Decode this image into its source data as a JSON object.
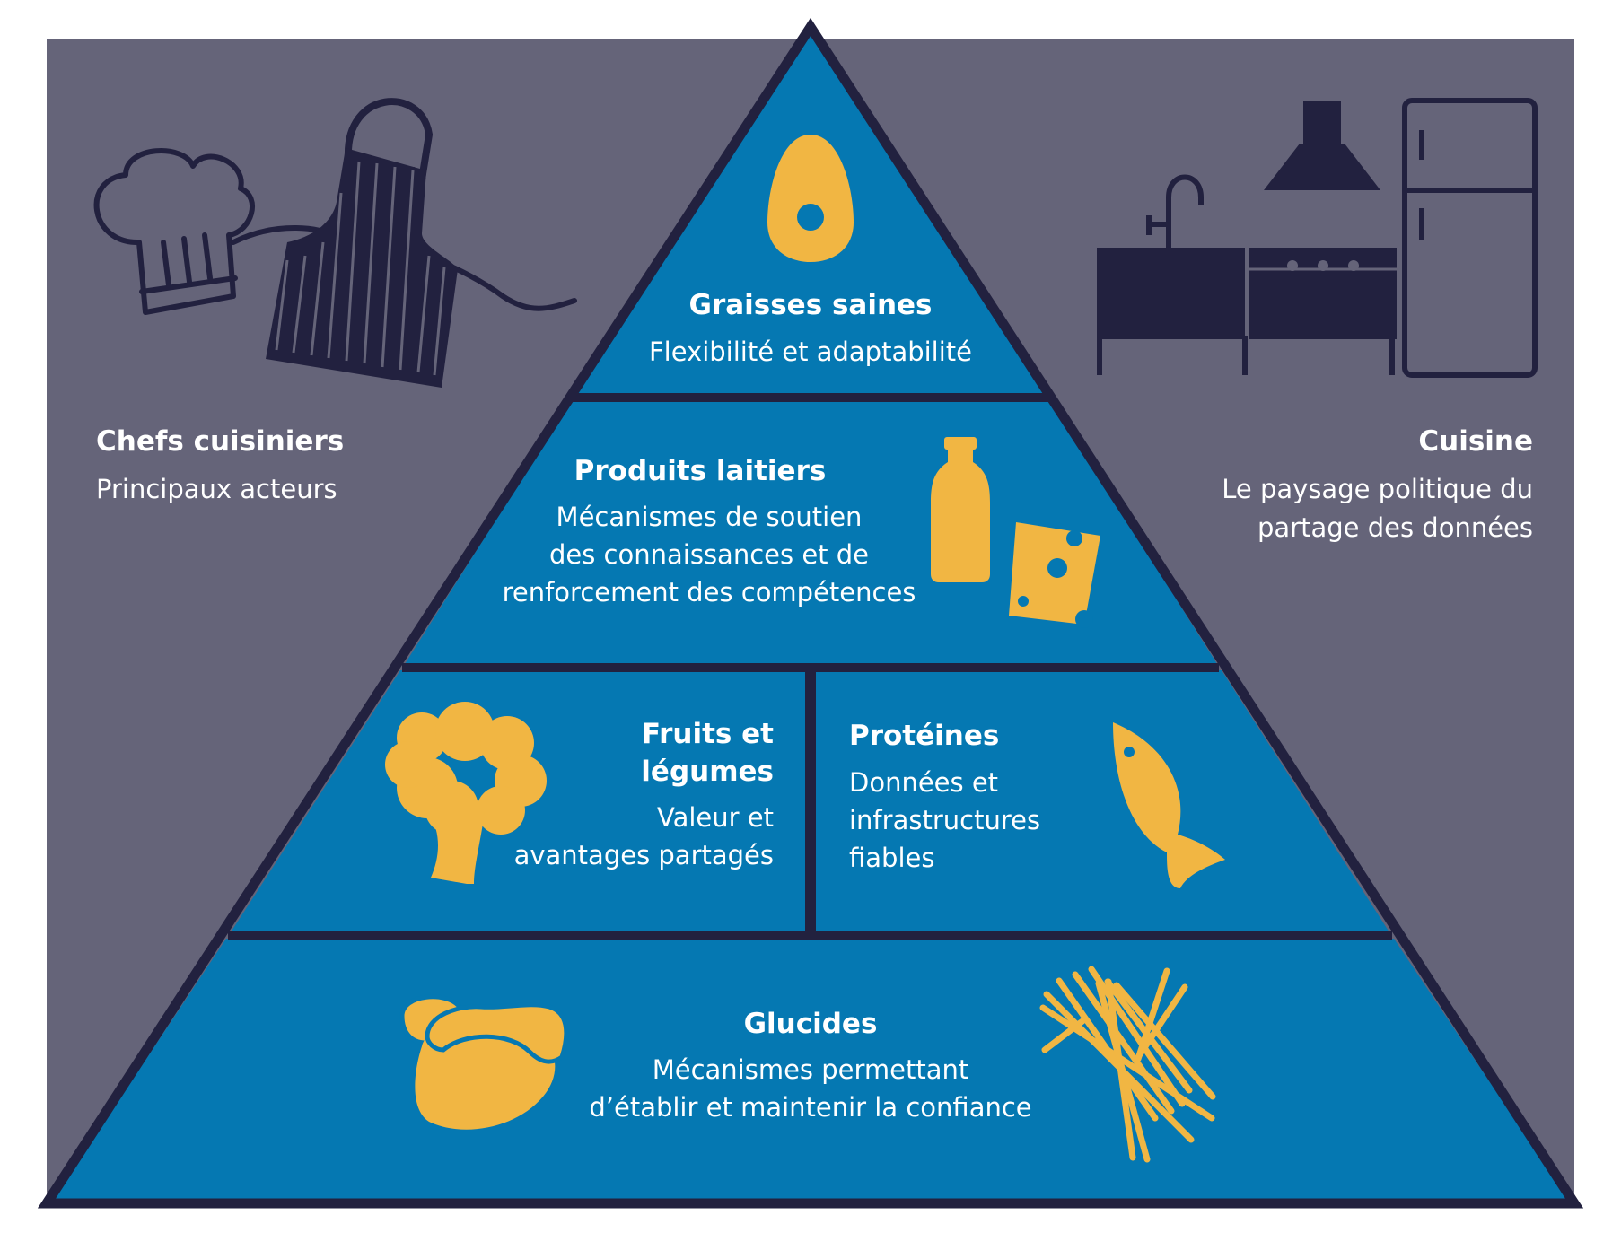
{
  "colors": {
    "background": "#ffffff",
    "panel": "#656479",
    "pyramid_fill": "#0578b2",
    "outline": "#22213f",
    "icon_dark": "#22213f",
    "icon_food": "#f1b643",
    "text": "#ffffff"
  },
  "left_panel": {
    "icons": [
      "chef-hat-icon",
      "apron-icon"
    ],
    "title": "Chefs cuisiniers",
    "subtitle": "Principaux acteurs"
  },
  "right_panel": {
    "icons": [
      "sink-icon",
      "range-hood-icon",
      "stove-icon",
      "fridge-icon"
    ],
    "title": "Cuisine",
    "subtitle_line1": "Le paysage politique du",
    "subtitle_line2": "partage des données"
  },
  "pyramid": {
    "tier1": {
      "icon": "avocado-icon",
      "title": "Graisses saines",
      "body": "Flexibilité et adaptabilité"
    },
    "tier2": {
      "icons": [
        "milk-bottle-icon",
        "cheese-icon"
      ],
      "title": "Produits laitiers",
      "body_line1": "Mécanismes de soutien",
      "body_line2": "des connaissances et de",
      "body_line3": "renforcement des compétences"
    },
    "tier3_left": {
      "icon": "broccoli-icon",
      "title_line1": "Fruits et",
      "title_line2": "légumes",
      "body_line1": "Valeur et",
      "body_line2": "avantages partagés"
    },
    "tier3_right": {
      "icon": "fish-icon",
      "title": "Protéines",
      "body_line1": "Données et",
      "body_line2": "infrastructures",
      "body_line3": "fiables"
    },
    "tier4": {
      "icons": [
        "potato-icon",
        "pasta-icon"
      ],
      "title": "Glucides",
      "body_line1": "Mécanismes permettant",
      "body_line2": "d’établir et maintenir la confiance"
    }
  }
}
